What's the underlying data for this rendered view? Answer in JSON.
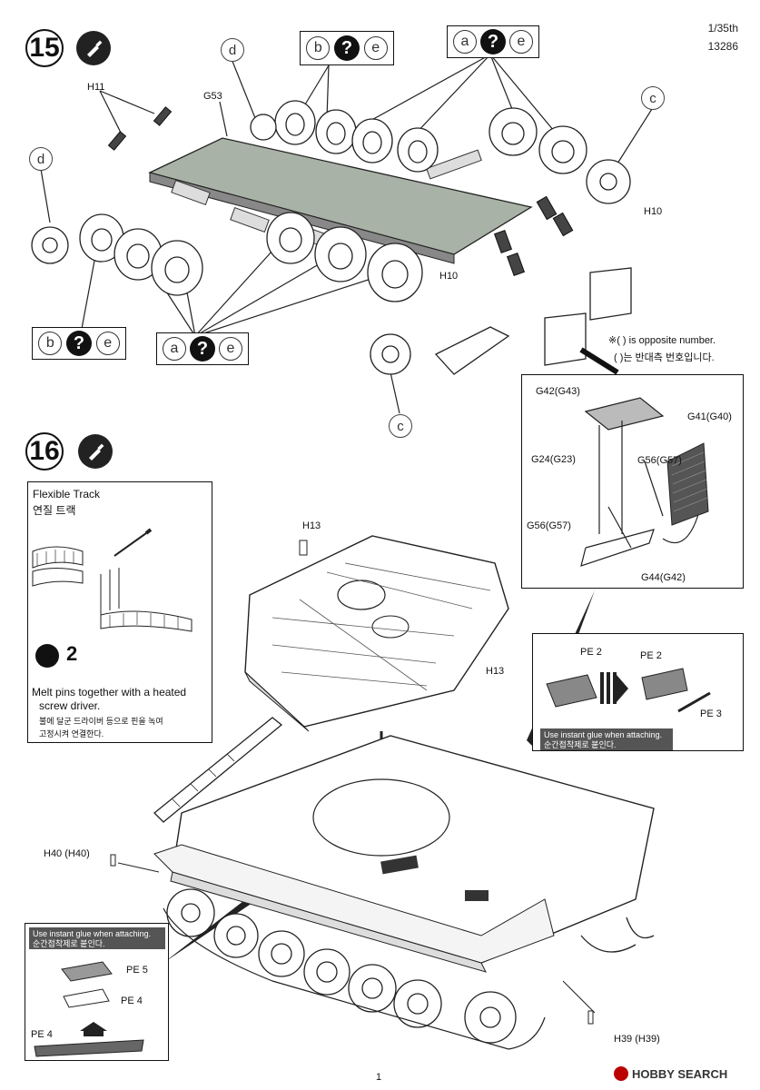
{
  "header": {
    "scale": "1/35th",
    "kit_number": "13286"
  },
  "step15": {
    "number": "15",
    "labels": {
      "h11": "H11",
      "g53": "G53",
      "h10_right": "H10",
      "h10_center": "H10"
    },
    "options": {
      "b": "b",
      "a": "a",
      "e": "e",
      "q": "?",
      "c": "c",
      "d": "d"
    },
    "note_line1": "※( ) is opposite number.",
    "note_line2": "( )는 반대측 번호입니다."
  },
  "detail_panel": {
    "g42": "G42(G43)",
    "g41": "G41(G40)",
    "g24": "G24(G23)",
    "g56a": "G56(G57)",
    "g56b": "G56(G57)",
    "g44": "G44(G42)"
  },
  "step16": {
    "number": "16",
    "flex_track": {
      "title": "Flexible Track",
      "title_ko": "연질 트랙",
      "count": "2",
      "note_en_1": "Melt pins together with a heated",
      "note_en_2": "screw driver.",
      "note_ko_1": "불에 달군 드라이버 등으로 핀을 녹여",
      "note_ko_2": "고정시켜 연결한다."
    },
    "labels": {
      "h13_top": "H13",
      "h13_right": "H13",
      "h40": "H40 (H40)",
      "h39": "H39 (H39)"
    },
    "pe_right": {
      "pe2a": "PE 2",
      "pe2b": "PE 2",
      "pe3": "PE 3",
      "glue_en": "Use instant glue when attaching.",
      "glue_ko": "순간접착제로 붙인다."
    },
    "pe_left": {
      "glue_en": "Use instant glue when attaching.",
      "glue_ko": "순간접착제로 붙인다.",
      "pe5": "PE 5",
      "pe4a": "PE 4",
      "pe4b": "PE 4"
    }
  },
  "footer": {
    "page": "1",
    "watermark": "HOBBY SEARCH"
  }
}
